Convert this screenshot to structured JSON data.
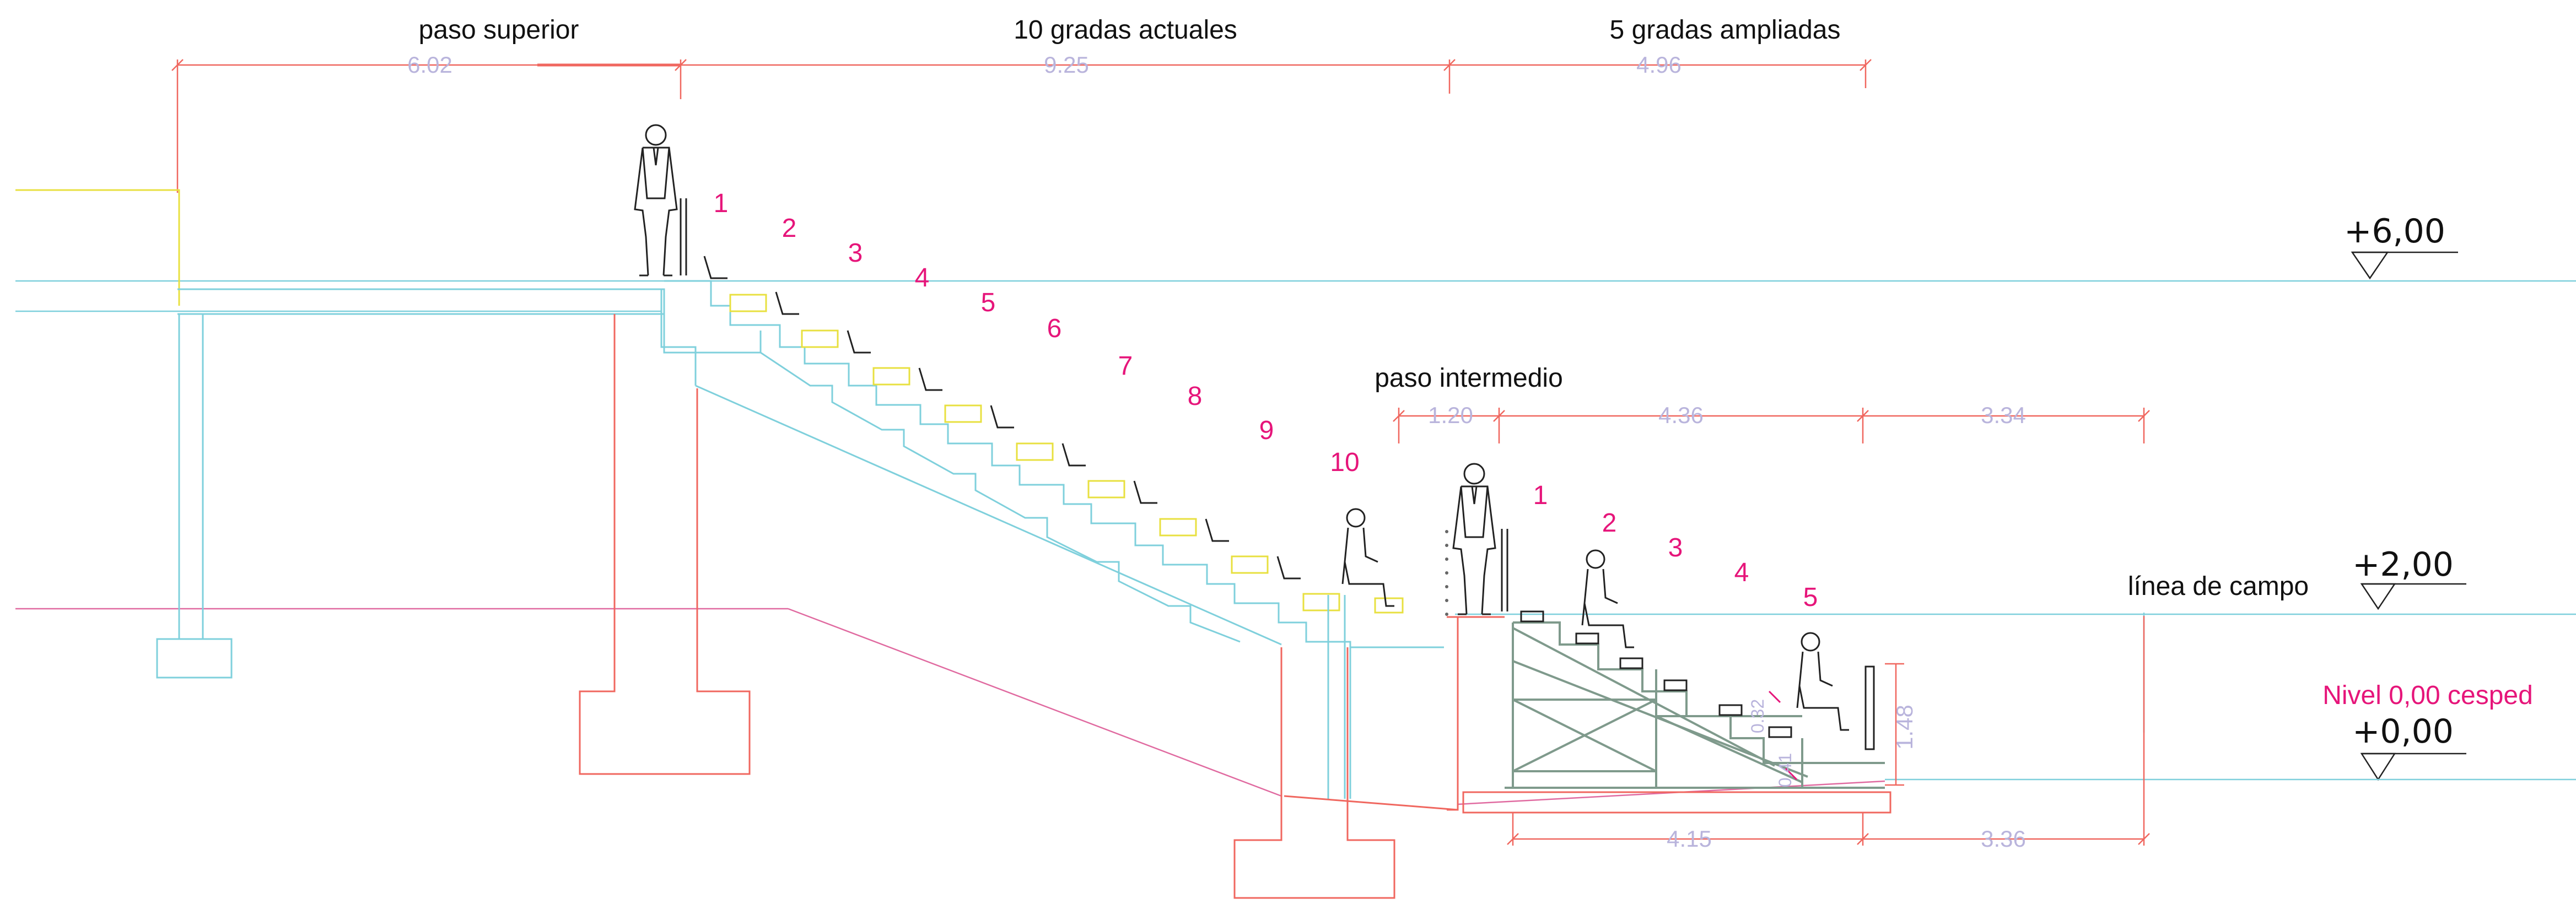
{
  "section_labels": {
    "paso_superior": "paso superior",
    "gradas_actuales": "10 gradas actuales",
    "gradas_ampliadas": "5 gradas ampliadas",
    "paso_intermedio": "paso intermedio",
    "linea_campo": "línea de campo",
    "nivel_cesped": "Nivel 0,00 cesped"
  },
  "levels": {
    "top": "+6,00",
    "mid": "+2,00",
    "ground": "+0,00"
  },
  "dimensions": {
    "top_paso": "6.02",
    "top_actuales": "9.25",
    "top_ampliadas": "4.96",
    "mid_paso": "1.20",
    "mid_a": "4.36",
    "mid_b": "3.34",
    "bottom_a": "4.15",
    "bottom_b": "3.36",
    "height": "1.48",
    "step_small": "0.32",
    "step_small_b": "0.41"
  },
  "existing_steps": [
    "1",
    "2",
    "3",
    "4",
    "5",
    "6",
    "7",
    "8",
    "9",
    "10"
  ],
  "new_steps": [
    "1",
    "2",
    "3",
    "4",
    "5"
  ],
  "colors": {
    "cyan": "#7fd0dc",
    "red": "#f0675f",
    "magenta": "#e6157a",
    "pink_line": "#e06aa0",
    "yellow": "#e8e040",
    "dim": "#b9b4dc",
    "steel": "#7f9a8c",
    "figure": "#222222"
  }
}
